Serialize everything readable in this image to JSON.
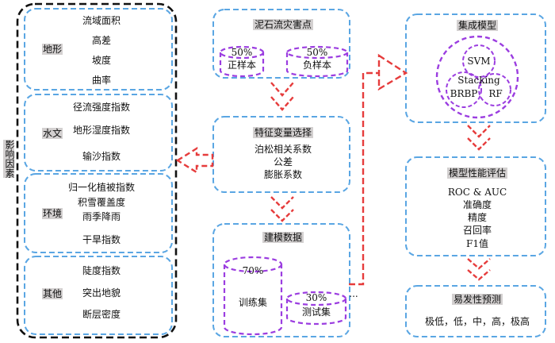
{
  "influence_title": "影响因素",
  "groups": [
    {
      "category": "地形",
      "factors": [
        "流域面积",
        "高差",
        "坡度",
        "曲率"
      ]
    },
    {
      "category": "水文",
      "factors": [
        "径流强度指数",
        "地形湿度指数",
        "输沙指数"
      ]
    },
    {
      "category": "环境",
      "factors": [
        "归一化植被指数",
        "积雪覆盖度",
        "雨季降雨",
        "干旱指数"
      ]
    },
    {
      "category": "其他",
      "factors": [
        "陡度指数",
        "突出地貌",
        "断层密度"
      ]
    }
  ],
  "debris": {
    "title": "泥石流灾害点",
    "positive_pct": "50%",
    "positive_label": "正样本",
    "negative_pct": "50%",
    "negative_label": "负样本"
  },
  "feature": {
    "title": "特征变量选择",
    "items": [
      "泊松相关系数",
      "公差",
      "膨胀系数"
    ]
  },
  "modeling": {
    "title": "建模数据",
    "train_pct": "70%",
    "train_label": "训练集",
    "test_pct": "30%",
    "test_label": "测试集",
    "dots": "..."
  },
  "ensemble": {
    "title": "集成模型",
    "models": [
      "SVM",
      "Stacking",
      "BRBP",
      "RF"
    ]
  },
  "evaluation": {
    "title": "模型性能评估",
    "metrics": [
      "ROC & AUC",
      "准确度",
      "精度",
      "召回率",
      "F1值"
    ]
  },
  "prediction": {
    "title": "易发性预测",
    "levels": "极低，低，中，高，极高"
  },
  "colors": {
    "blue_dash": "#5aa6e3",
    "black_dash": "#111111",
    "purple_dash": "#9b3de0",
    "red_arrow": "#e63c3c",
    "label_bg": "#d3d0d0"
  }
}
